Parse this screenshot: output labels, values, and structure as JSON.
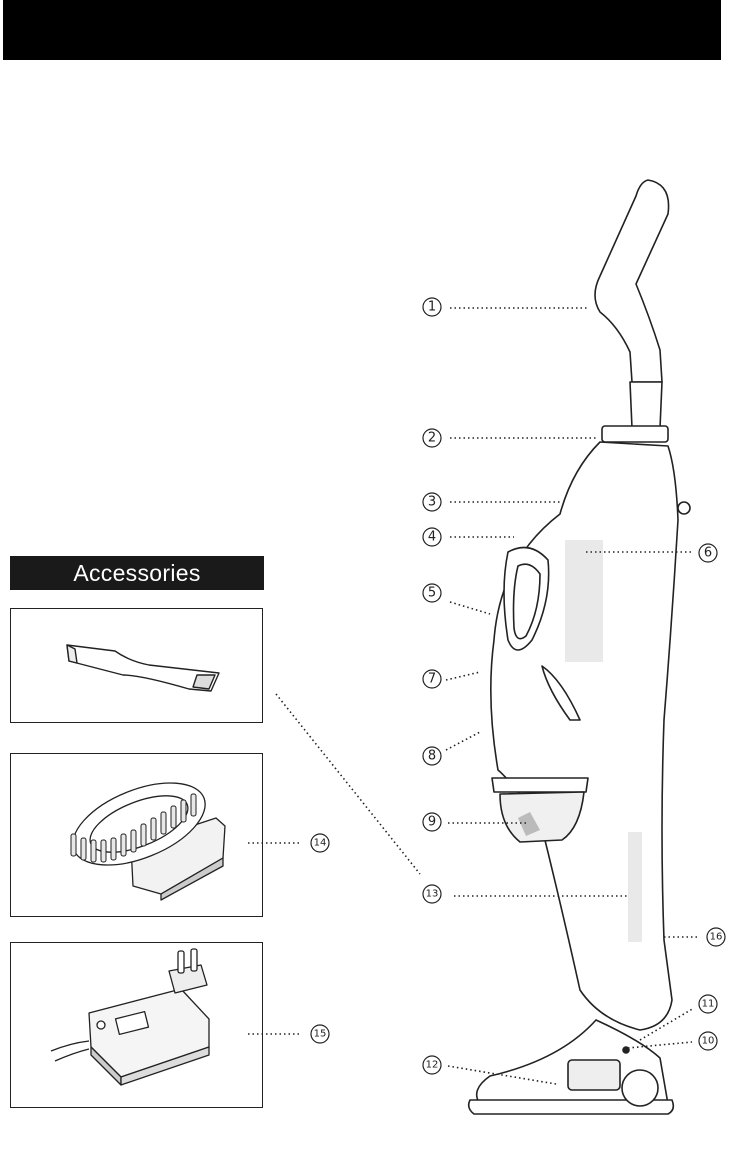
{
  "header": {
    "title": ""
  },
  "accessories": {
    "title": "Accessories",
    "items": [
      {
        "name": "crevice-tool",
        "callout": ""
      },
      {
        "name": "brush-attachment",
        "callout": "14"
      },
      {
        "name": "charger-adapter",
        "callout": "15"
      }
    ]
  },
  "callouts": [
    {
      "number": "1"
    },
    {
      "number": "2"
    },
    {
      "number": "3"
    },
    {
      "number": "4"
    },
    {
      "number": "5"
    },
    {
      "number": "6"
    },
    {
      "number": "7"
    },
    {
      "number": "8"
    },
    {
      "number": "9"
    },
    {
      "number": "10"
    },
    {
      "number": "11"
    },
    {
      "number": "12"
    },
    {
      "number": "13"
    },
    {
      "number": "14"
    },
    {
      "number": "15"
    },
    {
      "number": "16"
    }
  ]
}
